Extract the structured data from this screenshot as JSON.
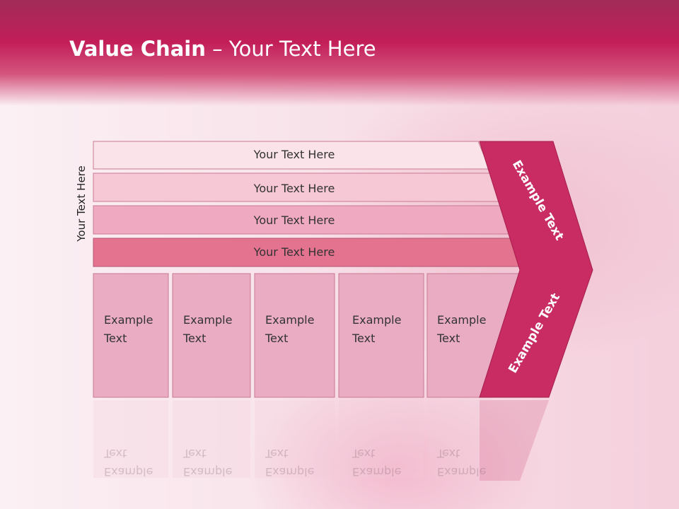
{
  "slide": {
    "title_bold": "Value Chain",
    "title_rest": " – Your Text Here",
    "vertical_label": "Your Text Here"
  },
  "rows": [
    {
      "label": "Your Text Here",
      "color": "#fbe3ea"
    },
    {
      "label": "Your Text Here",
      "color": "#f6c8d6"
    },
    {
      "label": "Your Text Here",
      "color": "#efa9c0"
    },
    {
      "label": "Your Text Here",
      "color": "#e4738f"
    }
  ],
  "columns": [
    {
      "line1": "Example",
      "line2": "Text"
    },
    {
      "line1": "Example",
      "line2": "Text"
    },
    {
      "line1": "Example",
      "line2": "Text"
    },
    {
      "line1": "Example",
      "line2": "Text"
    },
    {
      "line1": "Example",
      "line2": "Text"
    }
  ],
  "chevron": {
    "upper_label": "Example Text",
    "lower_label": "Example Text",
    "color": "#c82c62"
  },
  "colors": {
    "banner": "#c21e58",
    "column_fill": "#e9acc2"
  }
}
